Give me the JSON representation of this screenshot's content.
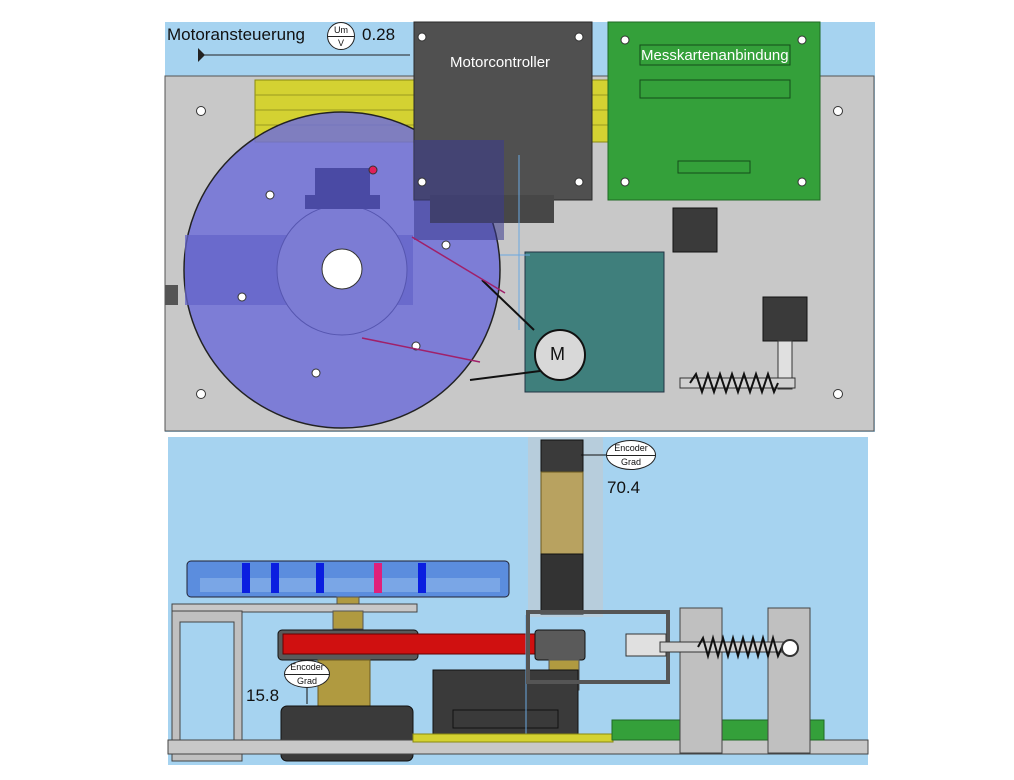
{
  "top_view": {
    "motor_control_label": "Motoransteuerung",
    "meter": {
      "top": "Um",
      "bottom": "V",
      "value": "0.28"
    },
    "motorcontroller_label": "Motorcontroller",
    "daq_label": "Messkartenanbindung",
    "motor_symbol": "M"
  },
  "side_view": {
    "encoder_top": {
      "top": "Encoder",
      "bottom": "Grad",
      "value": "70.4"
    },
    "encoder_bottom": {
      "top": "Encoder",
      "bottom": "Grad",
      "value": "15.8"
    }
  },
  "colors": {
    "sky": "#a6d3f0",
    "base_plate": "#c8c8c8",
    "disc": "#7070d8",
    "pcb": "#34a03a",
    "controller": "#505050",
    "motor": "#3f7f7c",
    "belt": "#d01010"
  }
}
